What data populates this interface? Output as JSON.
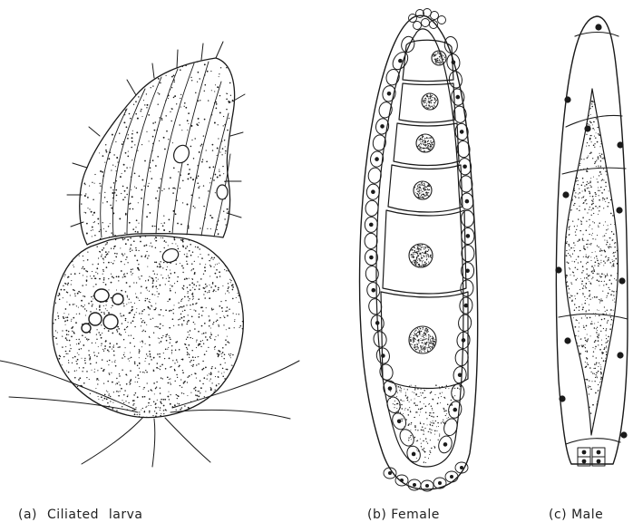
{
  "figure": {
    "panels": [
      {
        "id": "a",
        "caption": "(a) Ciliated larva"
      },
      {
        "id": "b",
        "caption": "(b) Female"
      },
      {
        "id": "c",
        "caption": "(c) Male"
      }
    ],
    "ink_color": "#1a1a1a",
    "background_color": "#ffffff"
  }
}
